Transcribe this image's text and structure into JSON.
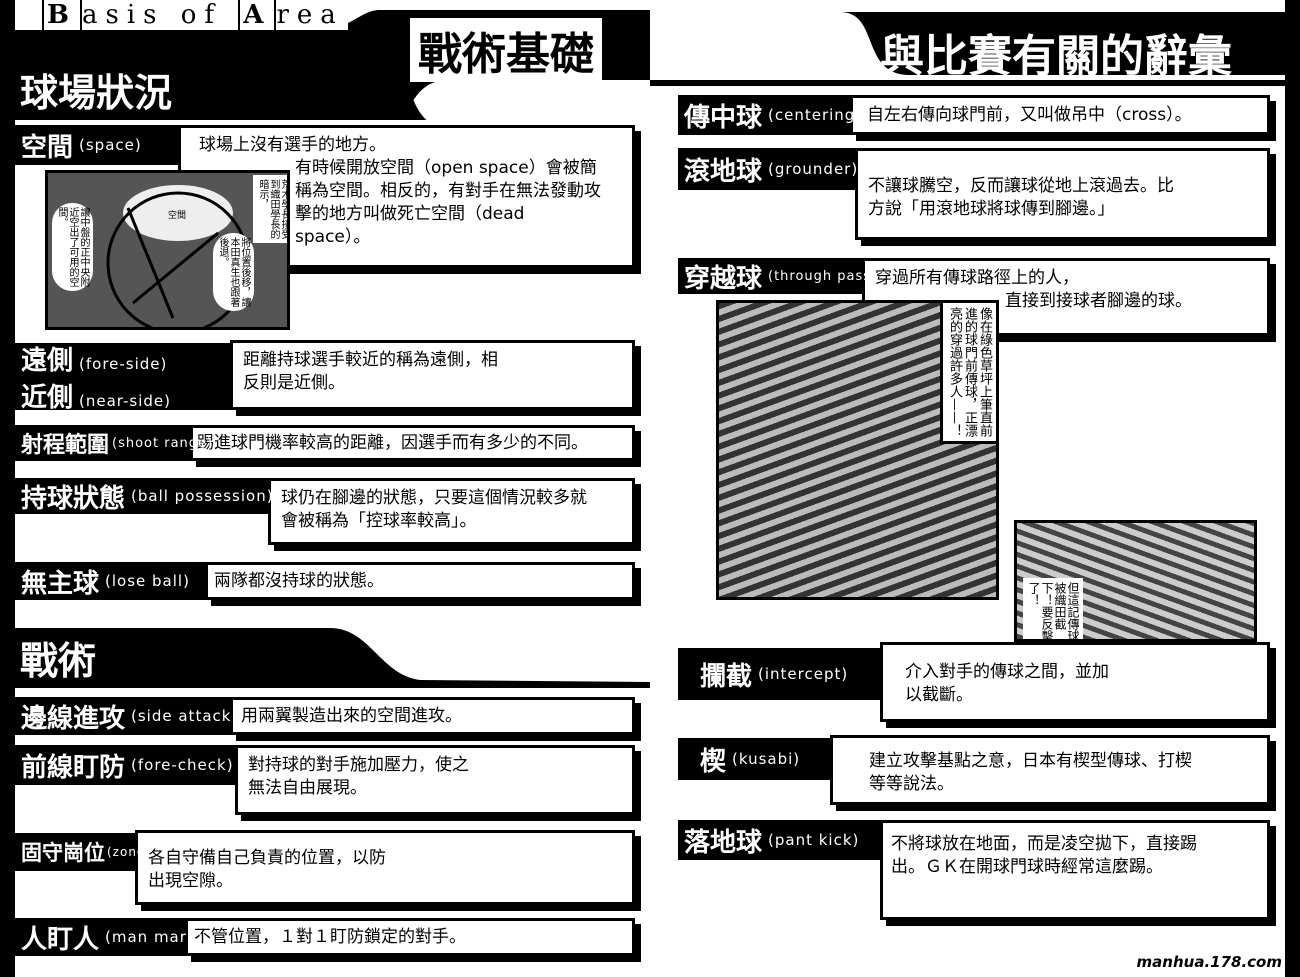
{
  "header": {
    "tag_b": "B",
    "tag_asis": "asis of",
    "tag_a": "A",
    "tag_rea": "rea",
    "title_left": "戰術基礎",
    "title_right": "與比賽有關的辭彙"
  },
  "sections": {
    "field": "球場狀況",
    "tactics": "戰術"
  },
  "left_entries": [
    {
      "term": "空間",
      "en": "(space)",
      "def": "球場上沒有選手的地方。",
      "def2": "有時候開放空間（open space）會被簡稱為空間。相反的，有對手在無法發動攻擊的地方叫做死亡空間（dead space）。"
    },
    {
      "term": "遠側",
      "en": "(fore-side)",
      "term2": "近側",
      "en2": "(near-side)",
      "def": "距離持球選手較近的稱為遠側，相反則是近側。"
    },
    {
      "term": "射程範圍",
      "en": "(shoot range)",
      "def": "踢進球門機率較高的距離，因選手而有多少的不同。"
    },
    {
      "term": "持球狀態",
      "en": "(ball possession)",
      "def": "球仍在腳邊的狀態，只要這個情況較多就會被稱為「控球率較高」。"
    },
    {
      "term": "無主球",
      "en": "(lose ball)",
      "def": "兩隊都沒持球的狀態。"
    },
    {
      "term": "邊線進攻",
      "en": "(side attack)",
      "def": "用兩翼製造出來的空間進攻。"
    },
    {
      "term": "前線盯防",
      "en": "(fore-check)",
      "def": "對持球的對手施加壓力，使之無法自由展現。"
    },
    {
      "term": "固守崗位",
      "en": "(zone)",
      "def": "各自守備自己負責的位置，以防出現空隙。"
    },
    {
      "term": "人盯人",
      "en": "(man mark)",
      "def": "不管位置，１對１盯防鎖定的對手。"
    }
  ],
  "right_entries": [
    {
      "term": "傳中球",
      "en": "(centering)",
      "def": "自左右傳向球門前，又叫做吊中（cross）。"
    },
    {
      "term": "滾地球",
      "en": "(grounder)",
      "def": "不讓球騰空，反而讓球從地上滾過去。比方說「用滾地球將球傳到腳邊。」"
    },
    {
      "term": "穿越球",
      "en": "(through pass)",
      "def": "穿過所有傳球路徑上的人，",
      "def2": "直接到接球者腳邊的球。"
    },
    {
      "term": "攔截",
      "en": "(intercept)",
      "def": "介入對手的傳球之間，並加以截斷。"
    },
    {
      "term": "楔",
      "en": "(kusabi)",
      "def": "建立攻擊基點之意，日本有楔型傳球、打楔等等說法。"
    },
    {
      "term": "落地球",
      "en": "(pant kick)",
      "def": "不將球放在地面，而是凌空拋下，直接踢出。ＧＫ在開球門球時經常這麼踢。"
    }
  ],
  "diagram": {
    "space_label": "空間",
    "bubble1": "荒木學長接受到織田學長的暗示，",
    "bubble2": "將位置後移，讓本田真生也跟著後退。",
    "bubble3": "讓中盤的正中央附近空出了可用的空間。"
  },
  "panels": {
    "caption1": "像在綠色草坪上筆直前進的球門前傳球，正漂亮的穿過許多人——！",
    "caption2": "但這記傳球被織田截下！要反擊了！"
  },
  "footer": {
    "site": "manhua.178.com"
  }
}
